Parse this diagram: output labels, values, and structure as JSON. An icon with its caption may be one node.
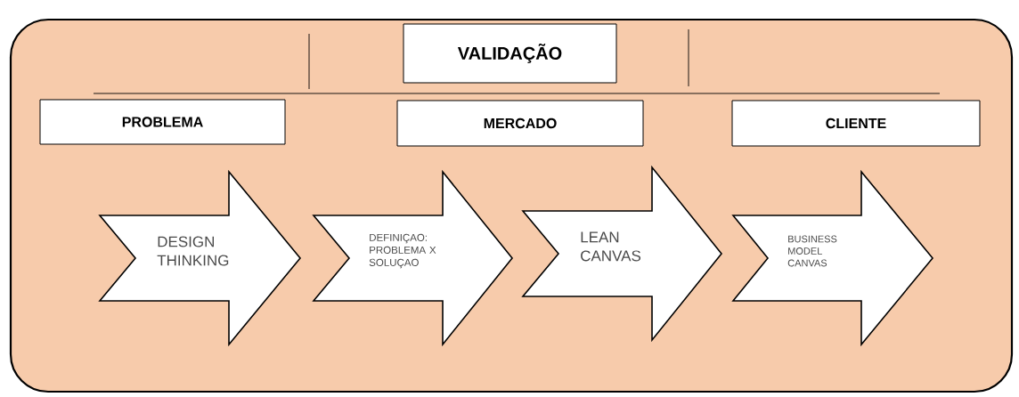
{
  "diagram": {
    "nodes": [
      {
        "text": [],
        "shape": "box"
      },
      {
        "text": [
          "VALIDAÇÃO"
        ],
        "in": 0
      },
      {
        "text": [
          "PROBLEMA"
        ],
        "in": 0
      },
      {
        "text": [
          "MERCADO"
        ],
        "in": 0
      },
      {
        "text": [
          "CLIENTE"
        ],
        "in": 0
      },
      {
        "text": [
          "DESIGN THINKING"
        ],
        "in": 0
      },
      {
        "text": [
          "DEFINIÇAO: PROBLEMA X SOLUÇAO"
        ],
        "in": 0
      },
      {
        "text": [
          "LEAN CANVAS"
        ],
        "in": 0
      },
      {
        "text": [
          "BUSINESS MODEL CANVAS"
        ],
        "in": 0
      }
    ]
  }
}
